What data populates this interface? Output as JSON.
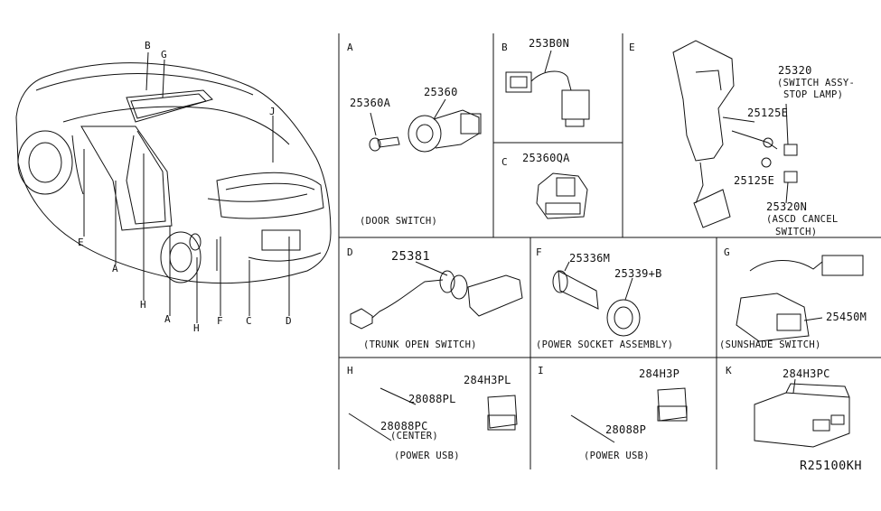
{
  "diagram_id": "R25100KH",
  "car_callouts": [
    "B",
    "G",
    "J",
    "E",
    "A",
    "H",
    "A",
    "H",
    "F",
    "C",
    "D"
  ],
  "panels": {
    "A": {
      "letter": "A",
      "parts": [
        "25360A",
        "25360"
      ],
      "caption": "(DOOR SWITCH)"
    },
    "B": {
      "letter": "B",
      "parts": [
        "253B0N"
      ]
    },
    "C": {
      "letter": "C",
      "parts": [
        "25360QA"
      ]
    },
    "D": {
      "letter": "D",
      "parts": [
        "25381"
      ],
      "caption": "(TRUNK OPEN SWITCH)"
    },
    "E": {
      "letter": "E",
      "parts": [
        "25320",
        "(SWITCH ASSY-",
        "STOP LAMP)",
        "25125E",
        "25125E",
        "25320N",
        "(ASCD CANCEL",
        "SWITCH)"
      ]
    },
    "F": {
      "letter": "F",
      "parts": [
        "25336M",
        "25339+B"
      ],
      "caption": "(POWER SOCKET ASSEMBLY)"
    },
    "G": {
      "letter": "G",
      "parts": [
        "25450M"
      ],
      "caption": "(SUNSHADE SWITCH)"
    },
    "H": {
      "letter": "H",
      "parts": [
        "284H3PL",
        "28088PL",
        "28088PC",
        "(CENTER)"
      ],
      "caption": "(POWER USB)"
    },
    "I": {
      "letter": "I",
      "parts": [
        "284H3P",
        "28088P"
      ],
      "caption": "(POWER USB)"
    },
    "K": {
      "letter": "K",
      "parts": [
        "284H3PC"
      ]
    }
  },
  "colors": {
    "line": "#111111",
    "background": "#ffffff"
  }
}
